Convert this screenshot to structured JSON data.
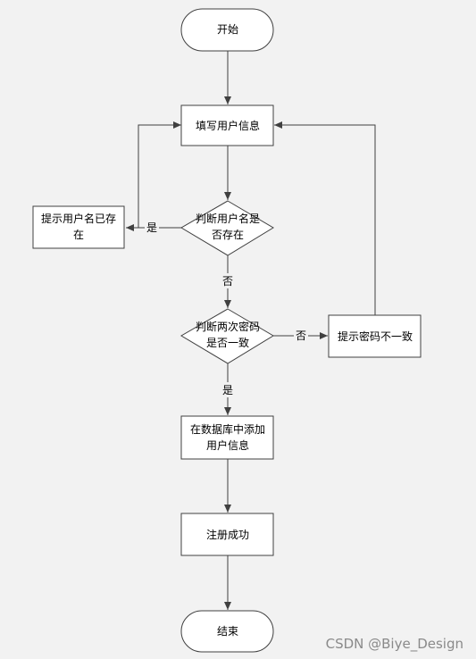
{
  "nodes": {
    "start": "开始",
    "fill_info": "填写用户信息",
    "check_user_line1": "判断用户名是",
    "check_user_line2": "否存在",
    "prompt_exists_line1": "提示用户名已存",
    "prompt_exists_line2": "在",
    "check_pwd_line1": "判断两次密码",
    "check_pwd_line2": "是否一致",
    "prompt_pwd_mismatch": "提示密码不一致",
    "add_db_line1": "在数据库中添加",
    "add_db_line2": "用户信息",
    "register_success": "注册成功",
    "end": "结束"
  },
  "edge_labels": {
    "user_exists_yes": "是",
    "user_exists_no": "否",
    "pwd_match_no": "否",
    "pwd_match_yes": "是"
  },
  "watermark": "CSDN @Biye_Design",
  "colors": {
    "background": "#f2f2f2",
    "node_fill": "#ffffff",
    "stroke": "#404040"
  }
}
